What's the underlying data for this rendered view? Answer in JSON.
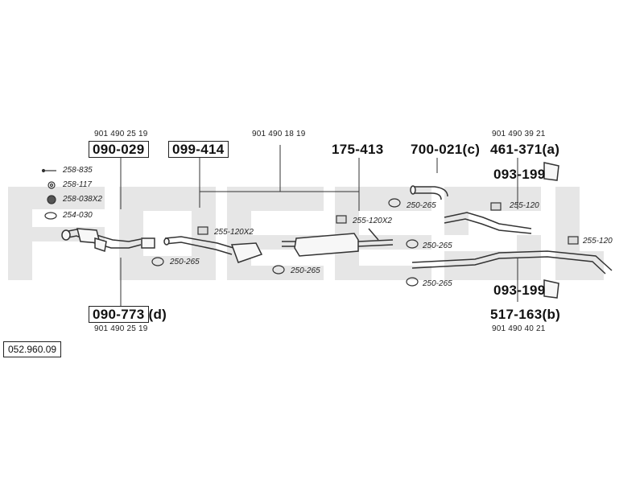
{
  "catalog_number": "052.960.09",
  "oem_numbers": {
    "n1": "901 490 25 19",
    "n2": "901 490 18 19",
    "n3": "901 490 39 21",
    "n4": "901 490 25 19",
    "n5": "901 490 40 21"
  },
  "part_numbers": {
    "p1": "090-029",
    "p2": "099-414",
    "p3": "175-413",
    "p4": "700-021(c)",
    "p5": "461-371(a)",
    "p6": "093-199",
    "p7": "090-773",
    "p7_suffix": "(d)",
    "p8": "093-199",
    "p9": "517-163(b)"
  },
  "accessory_labels": {
    "a1": "258-835",
    "a2": "258-117",
    "a3": "258-038X2",
    "a4": "254-030",
    "a5": "255-120X2",
    "a6": "255-120X2",
    "a7": "250-265",
    "a8": "250-265",
    "a9": "250-265",
    "a10": "250-265",
    "a11": "250-265",
    "a12": "255-120",
    "a13": "255-120"
  },
  "colors": {
    "line": "#333333",
    "watermark": "#e4e4e4"
  }
}
